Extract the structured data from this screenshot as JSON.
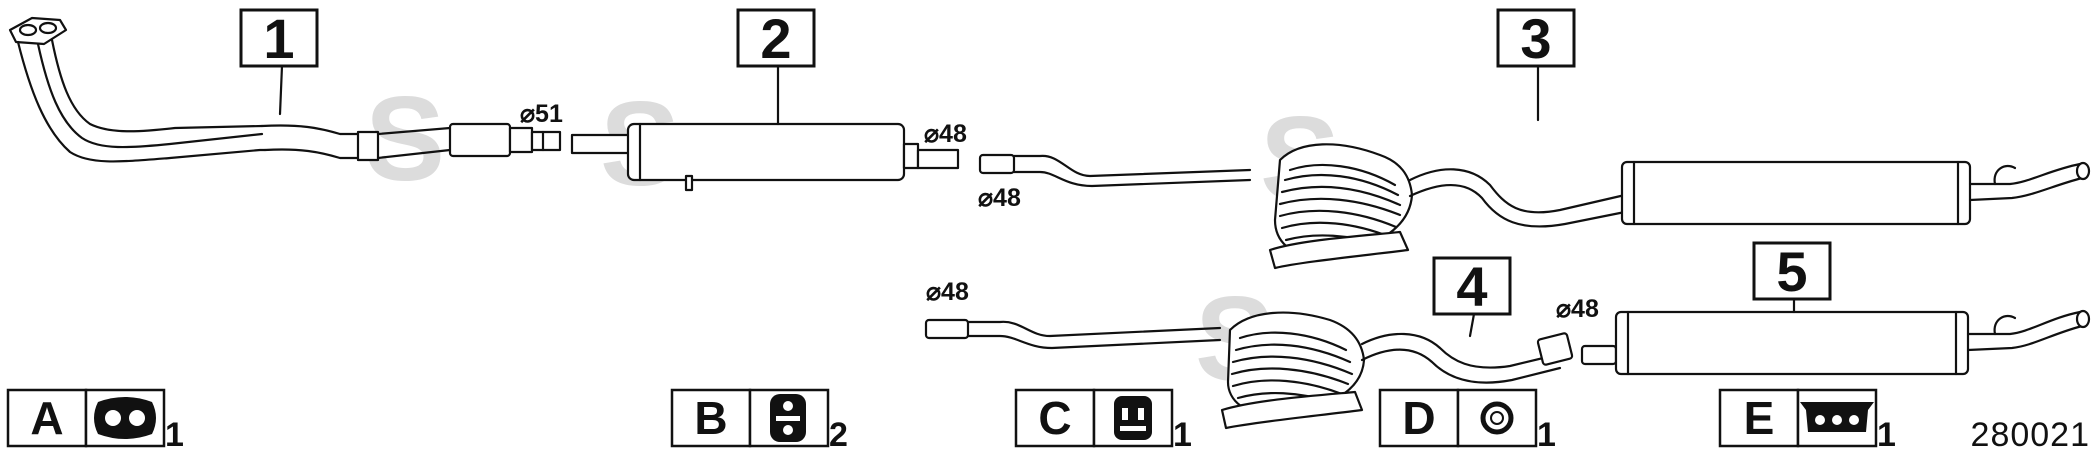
{
  "callouts": [
    {
      "label": "1"
    },
    {
      "label": "2"
    },
    {
      "label": "3"
    },
    {
      "label": "4"
    },
    {
      "label": "5"
    }
  ],
  "dimensions": {
    "d51": "⌀51",
    "d48_a": "⌀48",
    "d48_b": "⌀48",
    "d48_c": "⌀48",
    "d48_d": "⌀48"
  },
  "legend": [
    {
      "letter": "A",
      "qty": "1",
      "icon": "flange-gasket-icon"
    },
    {
      "letter": "B",
      "qty": "2",
      "icon": "rubber-hanger-icon"
    },
    {
      "letter": "C",
      "qty": "1",
      "icon": "mounting-rubber-icon"
    },
    {
      "letter": "D",
      "qty": "1",
      "icon": "ring-hanger-icon"
    },
    {
      "letter": "E",
      "qty": "1",
      "icon": "strap-hanger-icon"
    }
  ],
  "diagram_code": "280021",
  "watermark": "S"
}
